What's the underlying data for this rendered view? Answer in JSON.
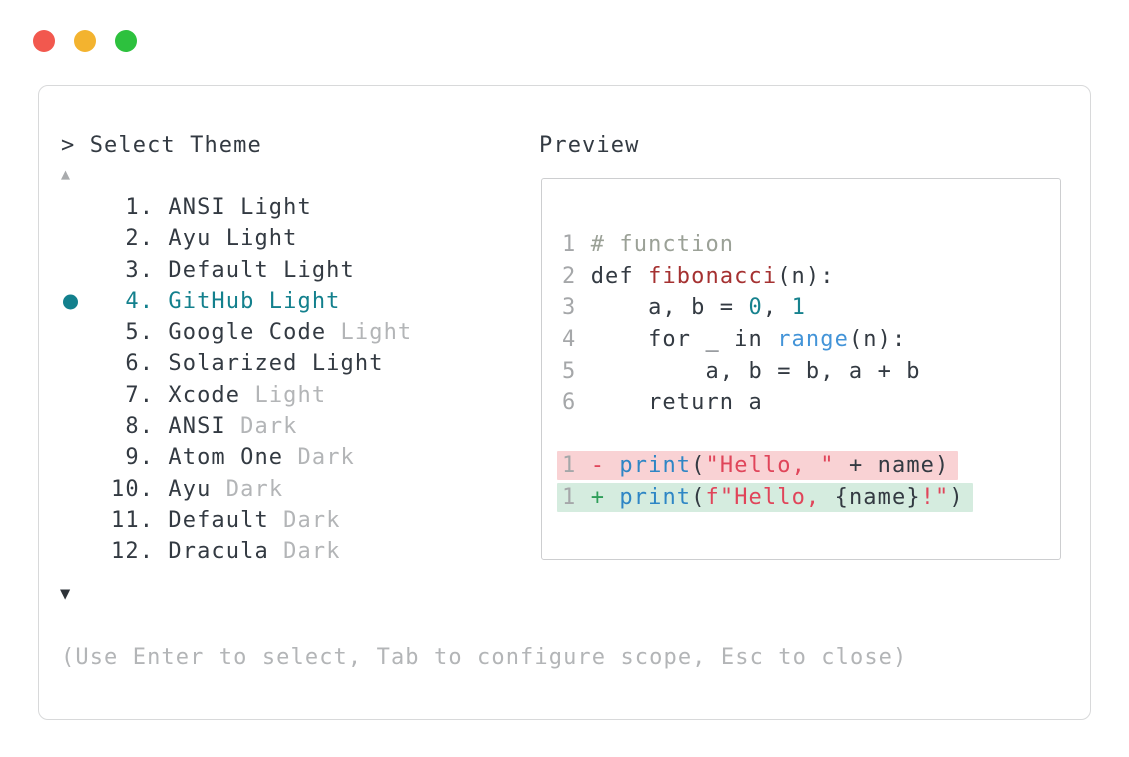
{
  "window": {
    "controls": [
      {
        "name": "close",
        "color": "#f2584e"
      },
      {
        "name": "minimize",
        "color": "#f3b32f"
      },
      {
        "name": "maximize",
        "color": "#2dc13e"
      }
    ]
  },
  "picker": {
    "prompt": "> Select Theme",
    "scroll_up_symbol": "▲",
    "scroll_down_symbol": "▼",
    "help": "(Use Enter to select, Tab to configure scope, Esc to close)",
    "accent_color": "#13808d",
    "muted_color": "#b3b5b7",
    "text_color": "#333a42",
    "items": [
      {
        "number": " 1.",
        "selected": false,
        "segments": [
          {
            "text": "ANSI Light",
            "style": "normal"
          }
        ]
      },
      {
        "number": " 2.",
        "selected": false,
        "segments": [
          {
            "text": "Ayu Light",
            "style": "normal"
          }
        ]
      },
      {
        "number": " 3.",
        "selected": false,
        "segments": [
          {
            "text": "Default Light",
            "style": "normal"
          }
        ]
      },
      {
        "number": " 4.",
        "selected": true,
        "segments": [
          {
            "text": "GitHub Light",
            "style": "selected"
          }
        ]
      },
      {
        "number": " 5.",
        "selected": false,
        "segments": [
          {
            "text": "Google Code ",
            "style": "normal"
          },
          {
            "text": "Light",
            "style": "muted"
          }
        ]
      },
      {
        "number": " 6.",
        "selected": false,
        "segments": [
          {
            "text": "Solarized Light",
            "style": "normal"
          }
        ]
      },
      {
        "number": " 7.",
        "selected": false,
        "segments": [
          {
            "text": "Xcode ",
            "style": "normal"
          },
          {
            "text": "Light",
            "style": "muted"
          }
        ]
      },
      {
        "number": " 8.",
        "selected": false,
        "segments": [
          {
            "text": "ANSI ",
            "style": "normal"
          },
          {
            "text": "Dark",
            "style": "muted"
          }
        ]
      },
      {
        "number": " 9.",
        "selected": false,
        "segments": [
          {
            "text": "Atom One ",
            "style": "normal"
          },
          {
            "text": "Dark",
            "style": "muted"
          }
        ]
      },
      {
        "number": "10.",
        "selected": false,
        "segments": [
          {
            "text": "Ayu ",
            "style": "normal"
          },
          {
            "text": "Dark",
            "style": "muted"
          }
        ]
      },
      {
        "number": "11.",
        "selected": false,
        "segments": [
          {
            "text": "Default ",
            "style": "normal"
          },
          {
            "text": "Dark",
            "style": "muted"
          }
        ]
      },
      {
        "number": "12.",
        "selected": false,
        "segments": [
          {
            "text": "Dracula ",
            "style": "normal"
          },
          {
            "text": "Dark",
            "style": "muted"
          }
        ]
      }
    ]
  },
  "preview": {
    "label": "Preview",
    "syntax_colors": {
      "text": "#333a42",
      "comment": "#9ba197",
      "function_name": "#a53131",
      "number": "#17828e",
      "builtin": "#4394d8",
      "call": "#2e86c5",
      "string": "#e0455a",
      "diff_removed_marker": "#e0455a",
      "diff_added_marker": "#2f9e59",
      "diff_removed_bg": "#f9d2d4",
      "diff_added_bg": "#d5ecdf",
      "line_number": "#a5a7a9"
    },
    "code_lines": [
      {
        "ln": "1",
        "segments": [
          {
            "text": "# function",
            "style": "comment"
          }
        ]
      },
      {
        "ln": "2",
        "segments": [
          {
            "text": "def ",
            "style": "text"
          },
          {
            "text": "fibonacci",
            "style": "function"
          },
          {
            "text": "(n):",
            "style": "text"
          }
        ]
      },
      {
        "ln": "3",
        "segments": [
          {
            "text": "    a, b = ",
            "style": "text"
          },
          {
            "text": "0",
            "style": "number"
          },
          {
            "text": ", ",
            "style": "text"
          },
          {
            "text": "1",
            "style": "number"
          }
        ]
      },
      {
        "ln": "4",
        "segments": [
          {
            "text": "    for _ in ",
            "style": "text"
          },
          {
            "text": "range",
            "style": "builtin"
          },
          {
            "text": "(n):",
            "style": "text"
          }
        ]
      },
      {
        "ln": "5",
        "segments": [
          {
            "text": "        a, b = b, a + b",
            "style": "text"
          }
        ]
      },
      {
        "ln": "6",
        "segments": [
          {
            "text": "    return a",
            "style": "text"
          }
        ]
      },
      {
        "ln": "",
        "segments": []
      },
      {
        "ln": "1",
        "diff": "removed",
        "segments": [
          {
            "text": "- ",
            "style": "removed-marker"
          },
          {
            "text": "print",
            "style": "call"
          },
          {
            "text": "(",
            "style": "text"
          },
          {
            "text": "\"Hello, \"",
            "style": "string"
          },
          {
            "text": " + name)",
            "style": "text"
          }
        ]
      },
      {
        "ln": "1",
        "diff": "added",
        "segments": [
          {
            "text": "+ ",
            "style": "added-marker"
          },
          {
            "text": "print",
            "style": "call"
          },
          {
            "text": "(",
            "style": "text"
          },
          {
            "text": "f\"Hello, ",
            "style": "string"
          },
          {
            "text": "{name}",
            "style": "text"
          },
          {
            "text": "!\"",
            "style": "string"
          },
          {
            "text": ")",
            "style": "text"
          }
        ]
      }
    ]
  }
}
